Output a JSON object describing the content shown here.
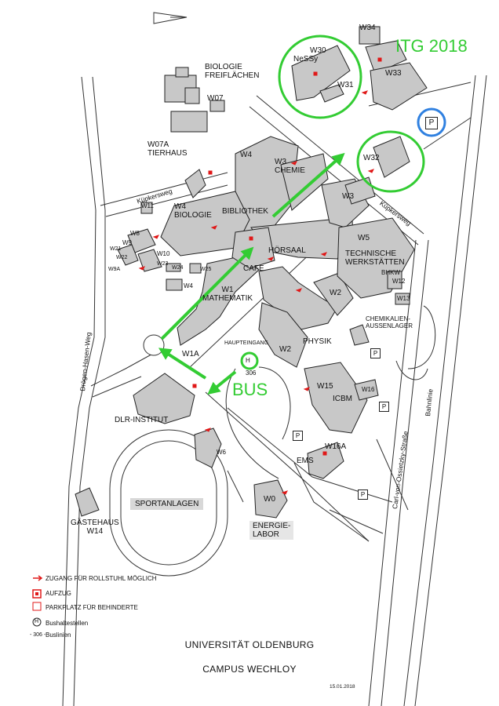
{
  "map": {
    "buildings": {
      "w34": "W34",
      "w30": "W30",
      "nessy": "NeSSy",
      "w31": "W31",
      "w33": "W33",
      "biologie_freiflaechen": "BIOLOGIE\nFREIFLÄCHEN",
      "w07": "W07",
      "w07a_tierhaus": "W07A\nTIERHAUS",
      "w4_top": "W4",
      "w3_chemie": "W3\nCHEMIE",
      "w32": "W32",
      "w11": "W11",
      "w4_biologie": "W4\nBIOLOGIE",
      "bibliothek": "BIBLIOTHEK",
      "w3_right": "W3",
      "w5": "W5",
      "w8": "W8",
      "w9": "W9",
      "w21": "W21",
      "w22": "W22",
      "w9a": "W9A",
      "w10": "W10",
      "w23": "W23",
      "w24": "W24",
      "w25": "W25",
      "w4_small": "W4",
      "hoersaal": "HÖRSAAL",
      "technische_werkstaetten": "TECHNISCHE\nWERKSTÄTTEN",
      "bhkw": "BHKW",
      "w12": "W12",
      "cafe": "CAFE",
      "w1_mathematik": "W1\nMATHEMATIK",
      "w2_right": "W2",
      "w13": "W13",
      "chemikalienaussenlager": "CHEMIKALIEN-\nAUSSENLAGER",
      "w1a": "W1A",
      "haupteingang": "HAUPTEINGANG",
      "physik": "PHYSIK",
      "w2_bottom": "W2",
      "w15": "W15",
      "w16": "W16",
      "icbm": "ICBM",
      "dlr_institut": "DLR-INSTITUT",
      "w6": "W6",
      "w16a": "W16A",
      "ems": "EMS",
      "sportanlagen": "SPORTANLAGEN",
      "w0": "W0",
      "energielabor": "ENERGIE-\nLABOR",
      "gaestehaus": "GÄSTEHAUS\nW14"
    },
    "streets": {
      "kuepkersweg_left": "Küpkersweg",
      "kuepkersweg_right": "Küpkersweg",
      "droegen_hasen_weg": "Drögen-Hasen-Weg",
      "carl_von_ossietzky": "Carl-von-Ossietzky-Straße",
      "bahnlinie": "Bahnlinie"
    },
    "bus": {
      "stop_symbol": "H",
      "line": "306"
    },
    "parking_symbol": "P",
    "annotations": {
      "itg": "ITG 2018",
      "bus": "BUS",
      "color": "#33cc33",
      "parking_highlight_color": "#2f80e0"
    }
  },
  "legend": {
    "wheelchair_access": "ZUGANG FÜR ROLLSTUHL MÖGLICH",
    "elevator": "AUFZUG",
    "disabled_parking": "PARKPLATZ FÜR BEHINDERTE",
    "bus_stops": "Bushaltestellen",
    "bus_lines_symbol": "- 306 -",
    "bus_lines": "Buslinien",
    "bus_stop_symbol": "H"
  },
  "footer": {
    "university": "UNIVERSITÄT OLDENBURG",
    "campus": "CAMPUS WECHLOY",
    "date": "15.01.2018"
  },
  "colors": {
    "building_fill": "#c8c8c8",
    "building_stroke": "#222222",
    "access_arrow": "#e01818",
    "highlight_green": "#33cc33",
    "highlight_blue": "#2f80e0"
  }
}
